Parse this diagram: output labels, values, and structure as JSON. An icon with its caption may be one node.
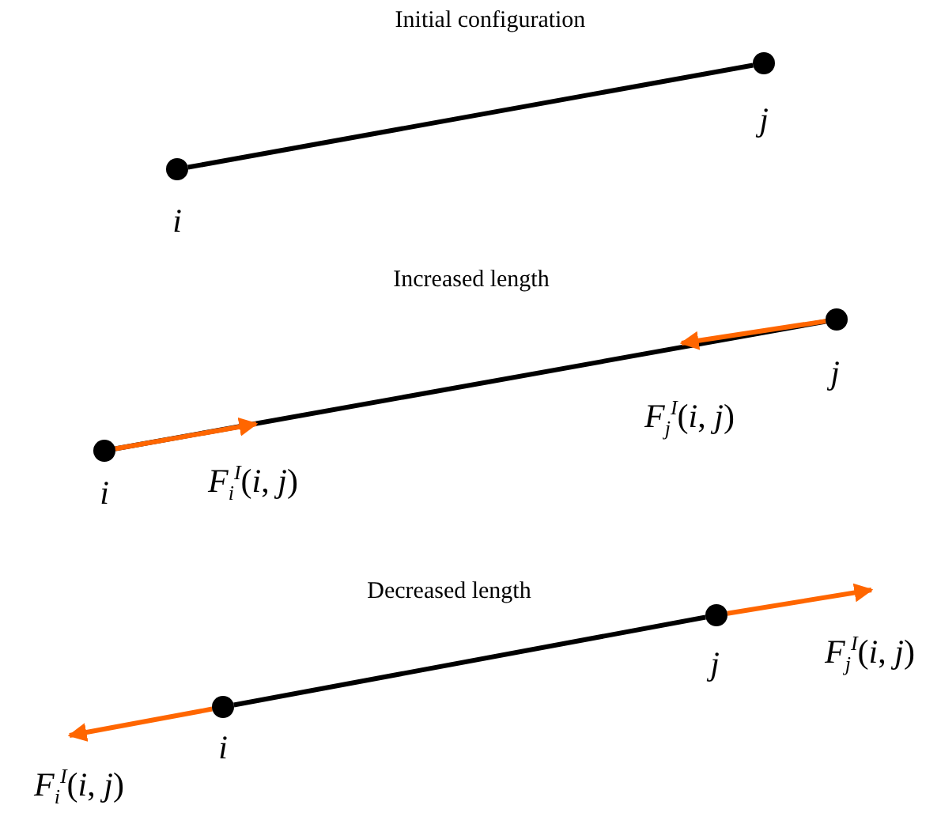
{
  "diagram": {
    "nodes": [
      {
        "text": [],
        "shape": "circle",
        "beside": [
          "i"
        ]
      },
      {
        "text": [],
        "shape": "circle",
        "beside": [
          "j"
        ]
      },
      {
        "text": [],
        "shape": "circle",
        "beside": [
          "i"
        ]
      },
      {
        "text": [],
        "shape": "circle",
        "beside": [
          "j"
        ]
      },
      {
        "text": [],
        "shape": "circle",
        "beside": [
          "i"
        ]
      },
      {
        "text": [],
        "shape": "circle",
        "beside": [
          "j"
        ]
      }
    ],
    "edges": [
      {
        "from": 0,
        "to": 1,
        "arrow": "none",
        "color": "#000000"
      },
      {
        "from": 2,
        "to": 3,
        "arrow": "none",
        "color": "#000000"
      },
      {
        "from": 2,
        "to": null,
        "arrow": "to",
        "label": "*F*$_{i}$$^{I}$(*i*, *j*)"
      },
      {
        "from": 3,
        "to": null,
        "arrow": "to",
        "label": "*F*$_{j}$$^{I}$(*i*, *j*)"
      },
      {
        "from": 4,
        "to": 5,
        "arrow": "none",
        "color": "#000000"
      },
      {
        "from": 4,
        "to": null,
        "arrow": "to",
        "label": "*F*$_{i}$$^{I}$(*i*, *j*)"
      },
      {
        "from": 5,
        "to": null,
        "arrow": "to",
        "label": "*F*$_{j}$$^{I}$(*i*, *j*)"
      }
    ],
    "labels": [
      "Initial configuration",
      "Increased length",
      "Decreased length"
    ]
  }
}
